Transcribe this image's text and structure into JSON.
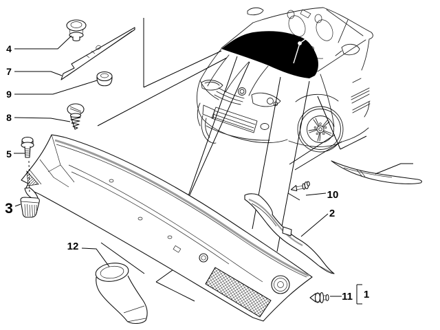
{
  "diagram": {
    "kind": "exploded-parts-diagram",
    "colors": {
      "background": "#ffffff",
      "line": "#000000",
      "seal_stripe": "#9b9b9b",
      "highlight_fill": "#000000"
    },
    "callouts": [
      {
        "number": "4"
      },
      {
        "number": "7"
      },
      {
        "number": "9"
      },
      {
        "number": "8"
      },
      {
        "number": "5"
      },
      {
        "number": "3"
      },
      {
        "number": "12"
      },
      {
        "number": "10"
      },
      {
        "number": "2"
      },
      {
        "number": "11"
      },
      {
        "number": "1"
      }
    ]
  }
}
